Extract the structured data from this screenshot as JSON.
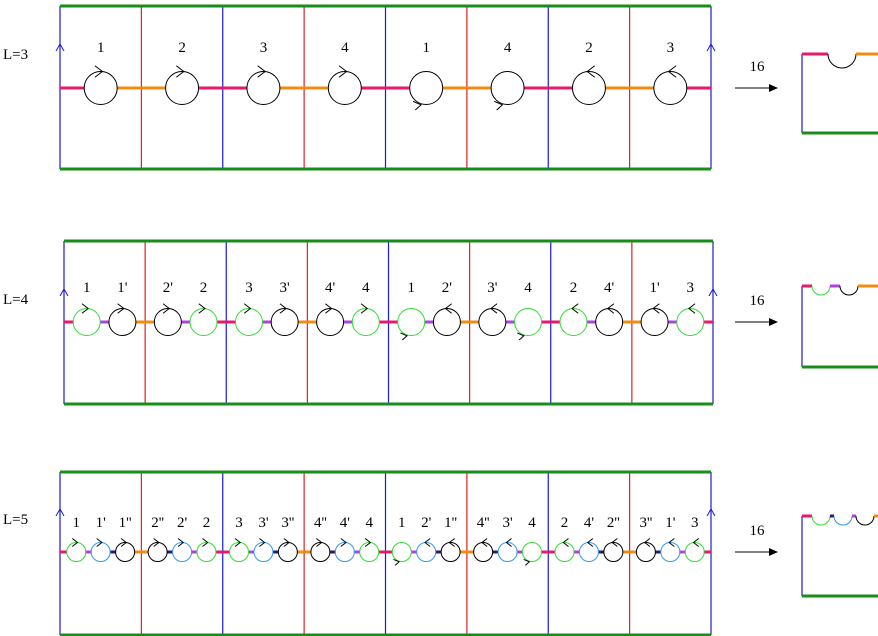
{
  "colors": {
    "green": "#1a8c1a",
    "blue": "#1a1ad9",
    "red": "#e02020",
    "pink": "#e8186a",
    "orange": "#f08c10",
    "purple": "#b040e0",
    "dark": "#2a1a6a",
    "circle_black": "#000000",
    "circle_green": "#33dd33",
    "circle_blue": "#3399ee"
  },
  "rows": [
    {
      "label": "L=3",
      "arrow_text": "16",
      "cell_labels": [
        [
          "1"
        ],
        [
          "2"
        ],
        [
          "3"
        ],
        [
          "4"
        ],
        [
          "1"
        ],
        [
          "4"
        ],
        [
          "2"
        ],
        [
          "3"
        ]
      ],
      "cell_circles": [
        [
          "black"
        ],
        [
          "black"
        ],
        [
          "black"
        ],
        [
          "black"
        ],
        [
          "black"
        ],
        [
          "black"
        ],
        [
          "black"
        ],
        [
          "black"
        ]
      ],
      "orientation": [
        [
          "up"
        ],
        [
          "up"
        ],
        [
          "up"
        ],
        [
          "up"
        ],
        [
          "down"
        ],
        [
          "down"
        ],
        [
          "up-left"
        ],
        [
          "up-left"
        ]
      ],
      "segments": [
        "pink",
        "orange"
      ],
      "inner_segments": [],
      "result_bumps": [
        "black"
      ],
      "result_segments": [
        "pink",
        "orange"
      ]
    },
    {
      "label": "L=4",
      "arrow_text": "16",
      "cell_labels": [
        [
          "1",
          "1'"
        ],
        [
          "2'",
          "2"
        ],
        [
          "3",
          "3'"
        ],
        [
          "4'",
          "4"
        ],
        [
          "1",
          "2'"
        ],
        [
          "3'",
          "4"
        ],
        [
          "2",
          "4'"
        ],
        [
          "1'",
          "3"
        ]
      ],
      "cell_circles": [
        [
          "green",
          "black"
        ],
        [
          "black",
          "green"
        ],
        [
          "green",
          "black"
        ],
        [
          "black",
          "green"
        ],
        [
          "green",
          "black"
        ],
        [
          "black",
          "green"
        ],
        [
          "green",
          "black"
        ],
        [
          "black",
          "green"
        ]
      ],
      "orientation": [
        [
          "up",
          "up"
        ],
        [
          "up",
          "up"
        ],
        [
          "up",
          "up"
        ],
        [
          "up",
          "up"
        ],
        [
          "down",
          "up-left"
        ],
        [
          "up-left",
          "down"
        ],
        [
          "up-left",
          "up-left"
        ],
        [
          "up-left",
          "up-left"
        ]
      ],
      "segments": [
        "pink",
        "orange"
      ],
      "inner_segments": [
        "purple"
      ],
      "result_bumps": [
        "green",
        "black"
      ],
      "result_segments": [
        "pink",
        "purple",
        "orange"
      ]
    },
    {
      "label": "L=5",
      "arrow_text": "16",
      "cell_labels": [
        [
          "1",
          "1'",
          "1''"
        ],
        [
          "2''",
          "2'",
          "2"
        ],
        [
          "3",
          "3'",
          "3''"
        ],
        [
          "4''",
          "4'",
          "4"
        ],
        [
          "1",
          "2'",
          "1''"
        ],
        [
          "4''",
          "3'",
          "4"
        ],
        [
          "2",
          "4'",
          "2''"
        ],
        [
          "3''",
          "1'",
          "3"
        ]
      ],
      "cell_circles": [
        [
          "green",
          "blue",
          "black"
        ],
        [
          "black",
          "blue",
          "green"
        ],
        [
          "green",
          "blue",
          "black"
        ],
        [
          "black",
          "blue",
          "green"
        ],
        [
          "green",
          "blue",
          "black"
        ],
        [
          "black",
          "blue",
          "green"
        ],
        [
          "green",
          "blue",
          "black"
        ],
        [
          "black",
          "blue",
          "green"
        ]
      ],
      "orientation": [
        [
          "up",
          "up",
          "up"
        ],
        [
          "up",
          "up",
          "up"
        ],
        [
          "up",
          "up",
          "up"
        ],
        [
          "up",
          "up",
          "up"
        ],
        [
          "down",
          "up-left",
          "up-left"
        ],
        [
          "up-left",
          "up-left",
          "down"
        ],
        [
          "up-left",
          "up-left",
          "up-left"
        ],
        [
          "up-left",
          "up-left",
          "up-left"
        ]
      ],
      "segments": [
        "pink",
        "orange"
      ],
      "inner_segments": [
        "purple",
        "dark"
      ],
      "result_bumps": [
        "green",
        "blue",
        "black"
      ],
      "result_segments": [
        "pink",
        "dark",
        "purple",
        "orange"
      ]
    }
  ]
}
